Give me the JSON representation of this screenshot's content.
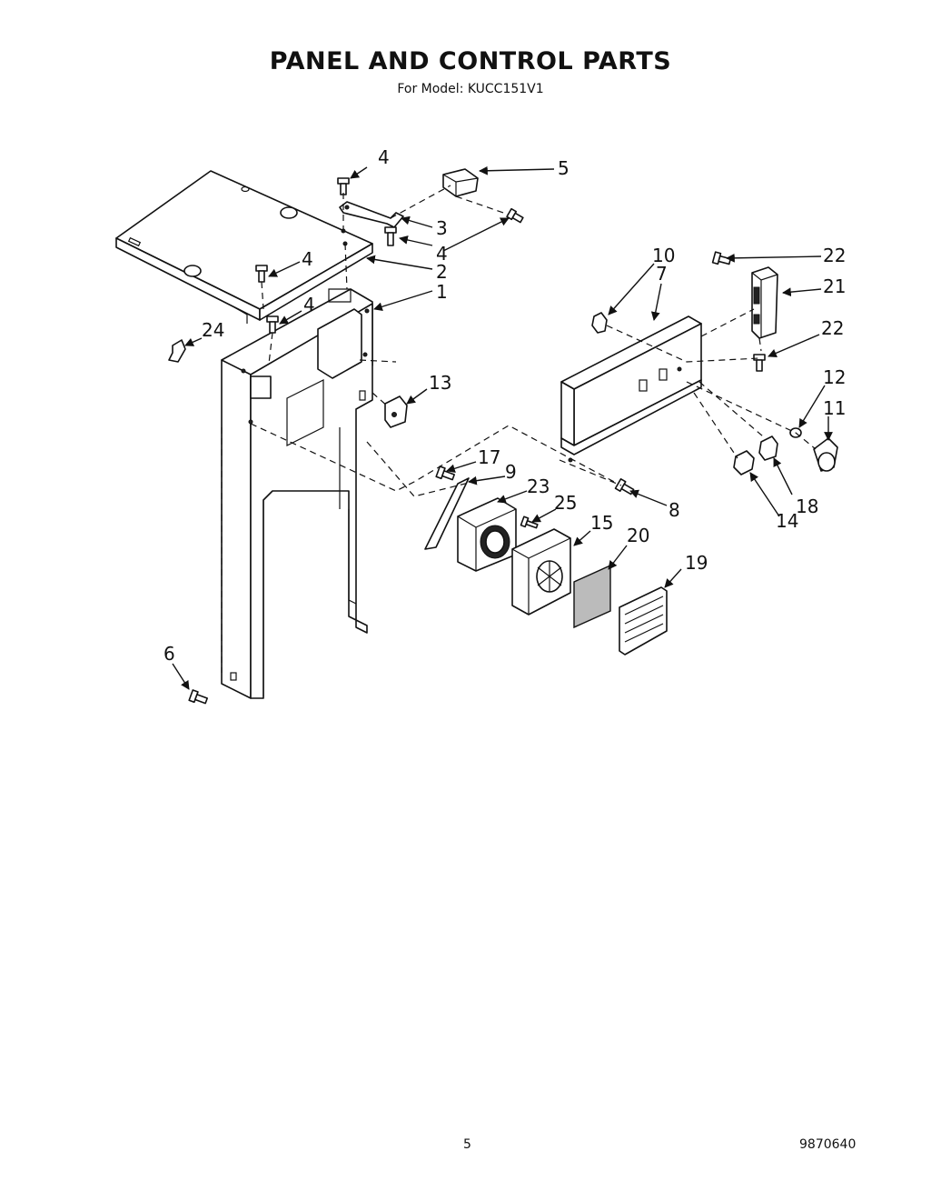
{
  "header": {
    "title": "PANEL AND CONTROL PARTS",
    "subtitle": "For Model: KUCC151V1"
  },
  "callouts": [
    "4",
    "5",
    "3",
    "4",
    "2",
    "4",
    "1",
    "4",
    "24",
    "13",
    "10",
    "7",
    "22",
    "21",
    "22",
    "12",
    "11",
    "17",
    "9",
    "23",
    "25",
    "15",
    "20",
    "19",
    "8",
    "14",
    "18",
    "6"
  ],
  "footer": {
    "page_number": "5",
    "doc_number": "9870640"
  }
}
